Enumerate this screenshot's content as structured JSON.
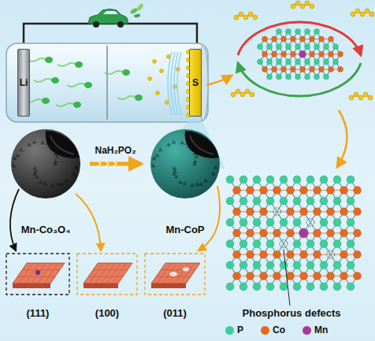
{
  "diagram": {
    "nodes": [
      {
        "text": [
          "Li"
        ]
      },
      {
        "text": [
          "S"
        ]
      },
      {
        "text": [
          "Mn-Co₃O₄"
        ]
      },
      {
        "text": [
          "Mn-CoP"
        ]
      }
    ],
    "edges": [
      {
        "from": 2,
        "to": 3,
        "label": "NaH₂PO₂",
        "arrow": "to"
      }
    ],
    "labels": [
      "(111)",
      "(100)",
      "(011)",
      "Phosphorus defects"
    ],
    "legend": [
      {
        "text": "P",
        "color": "#3ccf9e"
      },
      {
        "text": "Co",
        "color": "#e8691e"
      },
      {
        "text": "Mn",
        "color": "#a8389e"
      }
    ]
  }
}
